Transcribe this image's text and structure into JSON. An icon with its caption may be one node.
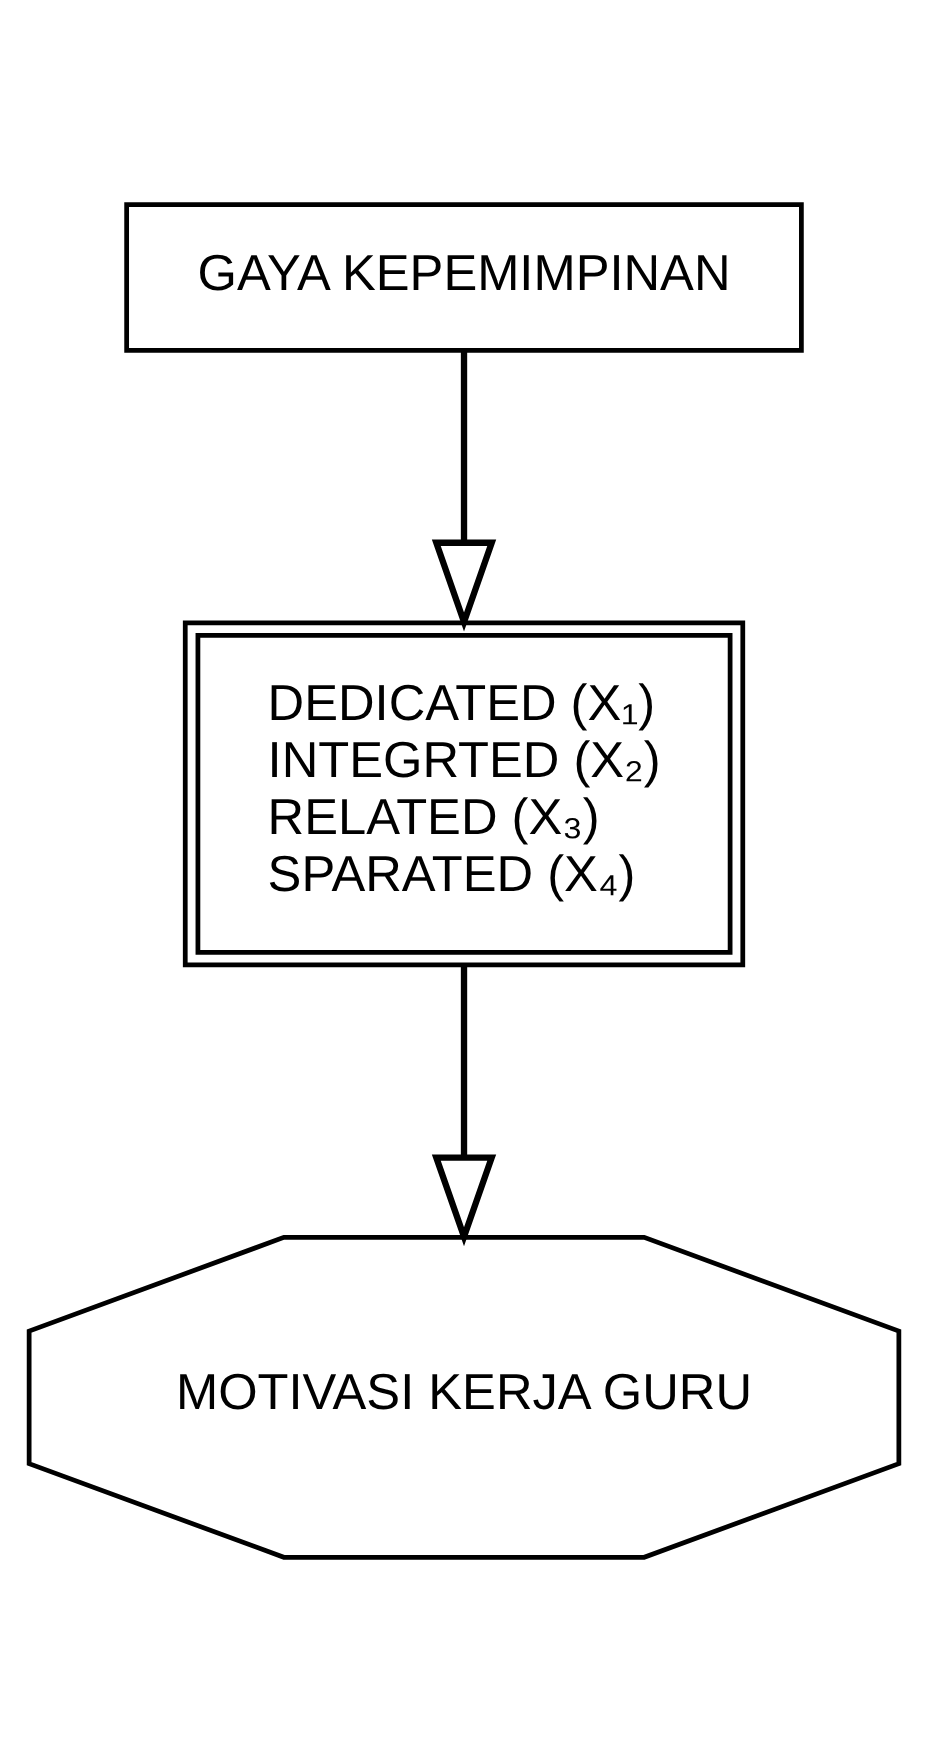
{
  "diagram": {
    "nodes": [
      {
        "text": [
          "GAYA KEPEMIMPINAN"
        ]
      },
      {
        "text": [
          "DEDICATED (X₁)",
          "INTEGRTED (X₂)",
          "RELATED (X₃)",
          "SPARATED (X₄)"
        ]
      },
      {
        "text": [
          "MOTIVASI KERJA GURU"
        ]
      }
    ],
    "edges": [
      {
        "from": 0,
        "to": 1,
        "arrow": "to"
      },
      {
        "from": 1,
        "to": 2,
        "arrow": "to"
      }
    ]
  }
}
